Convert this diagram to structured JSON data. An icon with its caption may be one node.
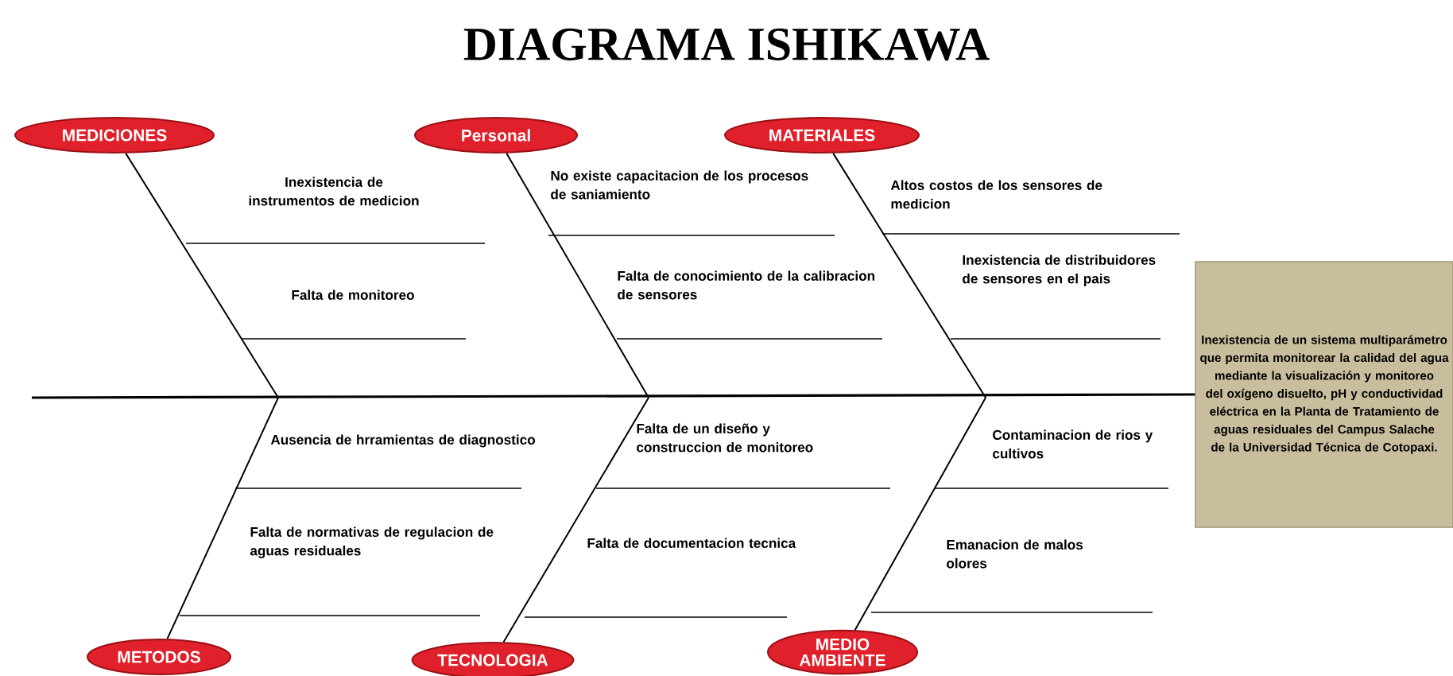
{
  "diagram": {
    "title": "DIAGRAMA ISHIKAWA",
    "nodes": [
      {
        "text": [
          "MEDICIONES"
        ]
      },
      {
        "text": [
          "Personal"
        ]
      },
      {
        "text": [
          "MATERIALES"
        ]
      },
      {
        "text": [
          "METODOS"
        ]
      },
      {
        "text": [
          "TECNOLOGIA"
        ]
      },
      {
        "text": [
          "MEDIO AMBIENTE"
        ]
      },
      {
        "text": [
          "Inexistencia de un sistema multiparámetro que permita monitorear la calidad del agua mediante la visualización y monitoreo del oxígeno disuelto, pH y conductividad eléctrica en la Planta de Tratamiento de aguas residuales del Campus Salache de la Universidad Técnica de Cotopaxi."
        ]
      }
    ],
    "edges": [
      {
        "from": null,
        "to": 6,
        "arrow": "none"
      },
      {
        "from": 0,
        "to": null,
        "arrow": "none"
      },
      {
        "from": 1,
        "to": null,
        "arrow": "none"
      },
      {
        "from": 2,
        "to": null,
        "arrow": "none"
      },
      {
        "from": 3,
        "to": null,
        "arrow": "none"
      },
      {
        "from": 4,
        "to": null,
        "arrow": "none"
      },
      {
        "from": 5,
        "to": null,
        "arrow": "none"
      }
    ],
    "labels": [
      "Inexistencia de instrumentos de medicion",
      "Falta de monitoreo",
      "No existe capacitacion de los procesos de saniamiento",
      "Falta de conocimiento de la calibracion de sensores",
      "Altos costos de los sensores de medicion",
      "Inexistencia de distribuidores de sensores en el pais",
      "Ausencia de hrramientas de diagnostico",
      "Falta de normativas de regulacion de aguas residuales",
      "Falta de un diseño y construccion de monitoreo",
      "Falta de documentacion tecnica",
      "Contaminacion de rios  y cultivos",
      "Emanacion de malos olores"
    ]
  }
}
